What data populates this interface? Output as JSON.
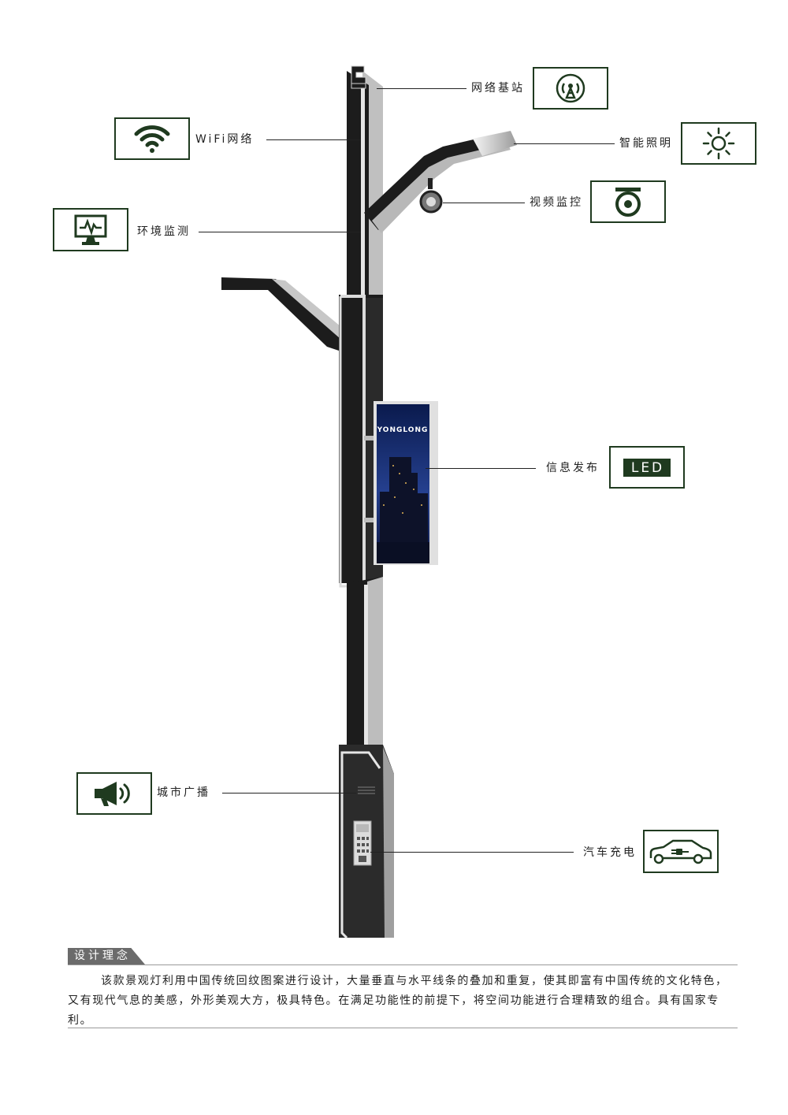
{
  "features": {
    "network_base_station": "网络基站",
    "wifi": "WiFi网络",
    "smart_lighting": "智能照明",
    "video_surveillance": "视频监控",
    "environment_monitoring": "环境监测",
    "info_publish": "信息发布",
    "led_badge": "LED",
    "city_broadcast": "城市广播",
    "ev_charging": "汽车充电"
  },
  "screen": {
    "brand": "YONGLONG"
  },
  "design": {
    "heading": "设计理念",
    "description": "该款景观灯利用中国传统回纹图案进行设计，大量垂直与水平线条的叠加和重复，使其即富有中国传统的文化特色，又有现代气息的美感，外形美观大方，极具特色。在满足功能性的前提下，将空间功能进行合理精致的组合。具有国家专利。"
  },
  "colors": {
    "accent": "#1f3a1f",
    "pole_dark": "#1c1c1c",
    "pole_light": "#bdbdbd"
  },
  "icons": [
    "tower-icon",
    "wifi-icon",
    "sun-icon",
    "camera-icon",
    "monitor-icon",
    "megaphone-icon",
    "car-charging-icon"
  ]
}
